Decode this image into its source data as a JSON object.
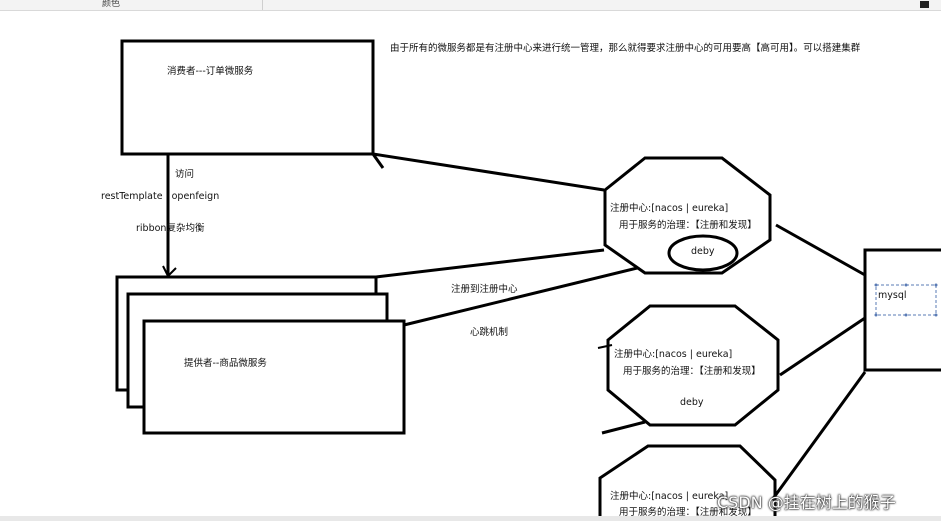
{
  "header": {
    "tab_label": "颜色"
  },
  "note": "由于所有的微服务都是有注册中心来进行统一管理，那么就得要求注册中心的可用要高【高可用】。可以搭建集群",
  "consumer": {
    "label": "消费者---订单微服务"
  },
  "edge_consumer_provider": {
    "access": "访问",
    "clients": "restTemplate   openfeign",
    "lb": "ribbon复杂均衡"
  },
  "provider": {
    "label": "提供者--商品微服务"
  },
  "edge_provider_registry": {
    "register": "注册到注册中心",
    "heartbeat": "心跳机制"
  },
  "registries": [
    {
      "title": "注册中心:[nacos | eureka]",
      "purpose": "用于服务的治理：【注册和发现】",
      "node": "deby"
    },
    {
      "title": "注册中心:[nacos | eureka]",
      "purpose": "用于服务的治理：【注册和发现】",
      "node": "deby"
    },
    {
      "title": "注册中心:[nacos | eureka]",
      "purpose": "用于服务的治理：【注册和发现】"
    }
  ],
  "database": {
    "label": "mysql"
  },
  "watermark": "CSDN @挂在树上的猴子"
}
